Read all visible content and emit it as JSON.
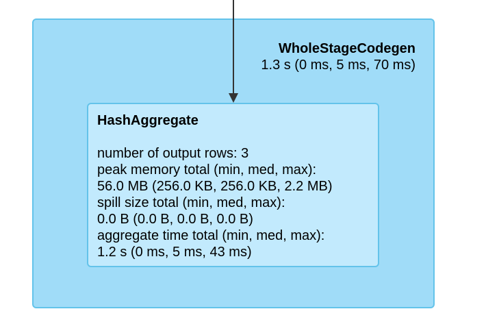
{
  "diagram": {
    "cluster": {
      "name": "WholeStageCodegen",
      "metric": "1.3 s (0 ms, 5 ms, 70 ms)"
    },
    "node": {
      "title": "HashAggregate",
      "metrics": [
        "number of output rows: 3",
        "peak memory total (min, med, max):",
        "56.0 MB (256.0 KB, 256.0 KB, 2.2 MB)",
        "spill size total (min, med, max):",
        "0.0 B (0.0 B, 0.0 B, 0.0 B)",
        "aggregate time total (min, med, max):",
        "1.2 s (0 ms, 5 ms, 43 ms)"
      ]
    },
    "colors": {
      "cluster_fill": "#a0dcf8",
      "cluster_border": "#63c3ea",
      "node_fill": "#c2eafd",
      "edge": "#333333"
    }
  }
}
